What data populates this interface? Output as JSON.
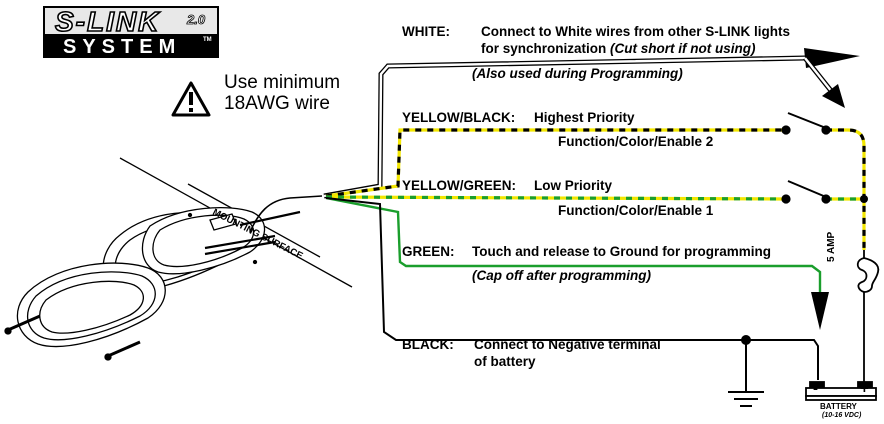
{
  "logo": {
    "line1": "S-LINK",
    "version": "2.0",
    "line2": "SYSTEM",
    "tm": "TM"
  },
  "warning": {
    "icon": "warning-triangle-icon",
    "line1": "Use minimum",
    "line2": "18AWG wire"
  },
  "mounting_label": "MOUNTING SURFACE",
  "wires": {
    "white": {
      "name": "WHITE:",
      "desc_line1": "Connect to White wires from other S-LINK lights",
      "desc_line2_normal": "for synchronization ",
      "desc_line2_italic": "(Cut short if not using)",
      "note": "(Also used during Programming)",
      "color": "#ffffff"
    },
    "yellow_black": {
      "name": "YELLOW/BLACK:",
      "priority": "Highest Priority",
      "function": "Function/Color/Enable 2",
      "colors": [
        "#f2e600",
        "#000000"
      ]
    },
    "yellow_green": {
      "name": "YELLOW/GREEN:",
      "priority": "Low Priority",
      "function": "Function/Color/Enable 1",
      "colors": [
        "#f2e600",
        "#1a9e2c"
      ]
    },
    "green": {
      "name": "GREEN:",
      "desc": "Touch and release to Ground for programming",
      "note": "(Cap off after programming)",
      "color": "#1a9e2c"
    },
    "black": {
      "name": "BLACK:",
      "desc_line1": "Connect to Negative terminal",
      "desc_line2": "of battery",
      "color": "#000000"
    }
  },
  "fuse_label": "5 AMP",
  "battery": {
    "minus": "-",
    "plus": "+",
    "label": "BATTERY",
    "voltage": "(10-16 VDC)"
  }
}
